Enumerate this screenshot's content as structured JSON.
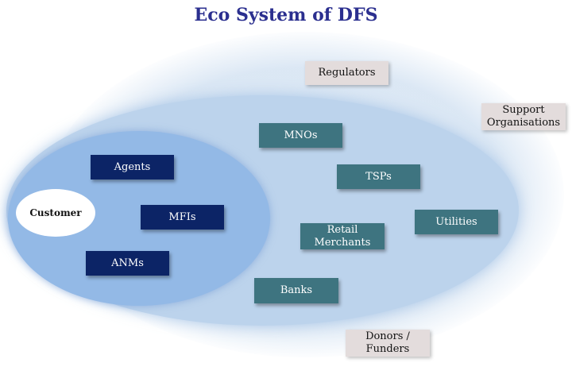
{
  "title": "Eco System of DFS",
  "customer": "Customer",
  "inner_actors": {
    "agents": "Agents",
    "mfis": "MFIs",
    "anms": "ANMs"
  },
  "outer_actors": {
    "mnos": "MNOs",
    "tsps": "TSPs",
    "retail_merchants": "Retail\nMerchants",
    "utilities": "Utilities",
    "banks": "Banks"
  },
  "external_actors": {
    "regulators": "Regulators",
    "support_organisations": "Support\nOrganisations",
    "donors_funders": "Donors /\nFunders"
  },
  "colors": {
    "title": "#2b2f8f",
    "inner_box": "#0c2466",
    "outer_box": "#3e7480",
    "external_box": "#e3dcdc",
    "outer_ellipse": "#bcd3ec",
    "inner_ellipse": "#93b9e6"
  }
}
